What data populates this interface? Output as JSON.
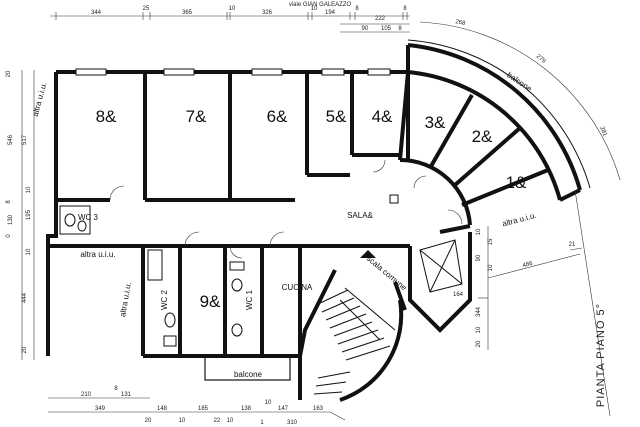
{
  "street": "viale GIAN GALEAZZO",
  "rooms": [
    {
      "id": "8",
      "label": "8&"
    },
    {
      "id": "7",
      "label": "7&"
    },
    {
      "id": "6",
      "label": "6&"
    },
    {
      "id": "5",
      "label": "5&"
    },
    {
      "id": "4",
      "label": "4&"
    },
    {
      "id": "3",
      "label": "3&"
    },
    {
      "id": "2",
      "label": "2&"
    },
    {
      "id": "1",
      "label": "1&"
    },
    {
      "id": "9",
      "label": "9&"
    }
  ],
  "labels": {
    "sala": "SALA&",
    "cucina": "CUCINA",
    "balcone_top": "balcone",
    "balcone_bottom": "balcone",
    "scala": "scala comune",
    "wc_left": "WC 2",
    "wc_mid": "WC 1",
    "wc_small": "WC 3",
    "altra_uiu_left_top": "altra u.i.u.",
    "altra_uiu_left_mid": "altra u.i.u.",
    "altra_uiu_left_bottom": "altra u.i.u.",
    "altra_uiu_right": "altra u.i.u.",
    "piano": "PIANTA PIANO 5°"
  },
  "dimensions": {
    "top": [
      "344",
      "25",
      "365",
      "10",
      "326",
      "10",
      "194",
      "8",
      "222",
      "8",
      "90",
      "105",
      "8",
      "268",
      "279",
      "281"
    ],
    "left": [
      "20",
      "517",
      "546",
      "10",
      "8",
      "195",
      "130",
      "0",
      "10",
      "444",
      "20"
    ],
    "right": [
      "10",
      "15",
      "90",
      "10",
      "21",
      "486",
      "164",
      "344",
      "10",
      "20"
    ],
    "bottom_row1": [
      "210",
      "8",
      "131"
    ],
    "bottom_row2": [
      "349",
      "20",
      "148",
      "10",
      "185",
      "22",
      "10",
      "138",
      "10",
      "147",
      "163",
      "1",
      "310"
    ]
  }
}
